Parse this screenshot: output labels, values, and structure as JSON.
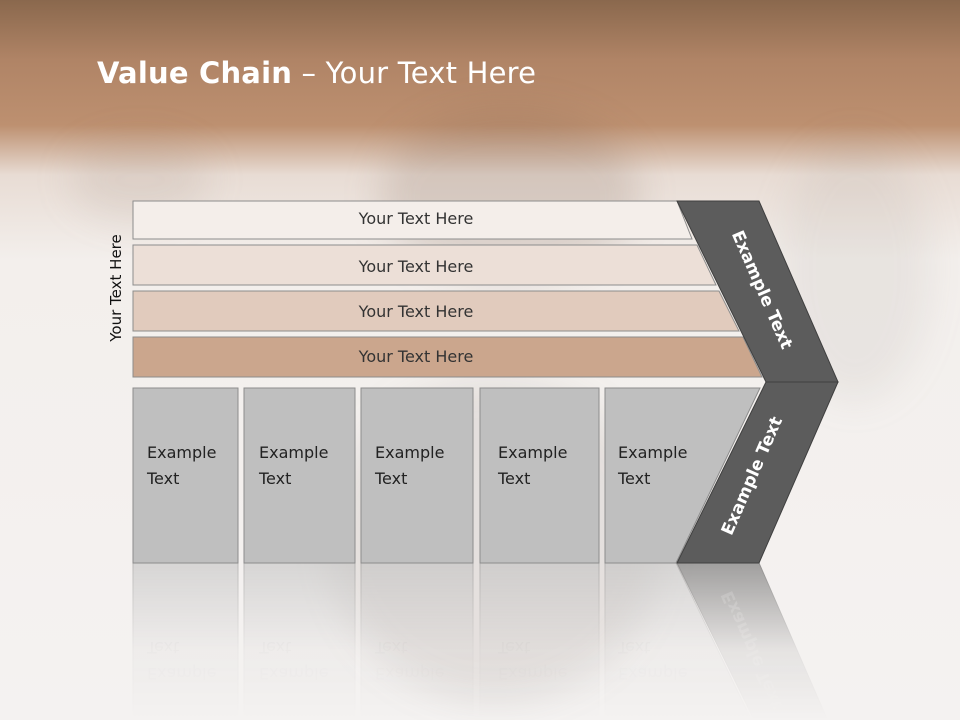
{
  "title": {
    "bold": "Value Chain",
    "rest": " – Your Text Here"
  },
  "side_label": "Your Text Here",
  "bars": [
    {
      "label": "Your Text Here",
      "color": "#f4eeea"
    },
    {
      "label": "Your Text Here",
      "color": "#ecdfd7"
    },
    {
      "label": "Your Text Here",
      "color": "#e1cbbd"
    },
    {
      "label": "Your Text Here",
      "color": "#cba68d"
    }
  ],
  "boxes": [
    {
      "line1": "Example",
      "line2": "Text"
    },
    {
      "line1": "Example",
      "line2": "Text"
    },
    {
      "line1": "Example",
      "line2": "Text"
    },
    {
      "line1": "Example",
      "line2": "Text"
    },
    {
      "line1": "Example",
      "line2": "Text"
    }
  ],
  "arrow_upper_label": "Example Text",
  "arrow_lower_label": "Example Text",
  "colors": {
    "box_fill": "#bfbfbf",
    "arrow_fill": "#5c5c5c",
    "outline": "#8c8c8c",
    "header_brown": "#b08466"
  }
}
